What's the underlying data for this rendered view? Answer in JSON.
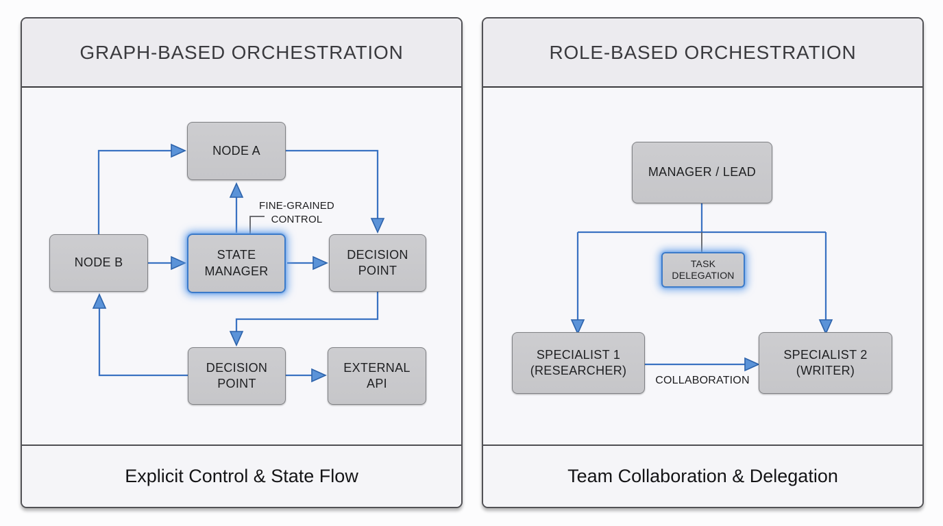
{
  "colors": {
    "connector_blue": "#3a72c2",
    "arrowhead_fill": "#5b93d8",
    "arrowhead_stroke": "#2d63ab",
    "highlight_glow_blue": "#609ce8",
    "node_fill_gray": "#c9c9cc",
    "panel_header_bg": "#ecebef",
    "panel_body_bg": "#f7f7fa"
  },
  "panels": [
    {
      "title": "GRAPH-BASED ORCHESTRATION",
      "footer": "Explicit Control & State Flow",
      "nodes": [
        {
          "label": "NODE A"
        },
        {
          "label": "NODE B"
        },
        {
          "label": "STATE\nMANAGER",
          "highlighted": true
        },
        {
          "label": "DECISION\nPOINT"
        },
        {
          "label": "DECISION\nPOINT"
        },
        {
          "label": "EXTERNAL\nAPI"
        }
      ],
      "annotations": [
        {
          "label": "FINE-GRAINED\nCONTROL"
        }
      ]
    },
    {
      "title": "ROLE-BASED ORCHESTRATION",
      "footer": "Team Collaboration & Delegation",
      "nodes": [
        {
          "label": "MANAGER / LEAD"
        },
        {
          "label": "TASK\nDELEGATION",
          "highlighted": true
        },
        {
          "label": "SPECIALIST 1\n(RESEARCHER)"
        },
        {
          "label": "SPECIALIST 2\n(WRITER)"
        }
      ],
      "annotations": [
        {
          "label": "COLLABORATION"
        }
      ]
    }
  ]
}
